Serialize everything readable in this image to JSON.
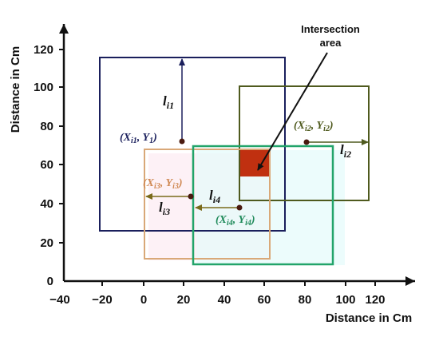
{
  "axes": {
    "x_title": "Distance in Cm",
    "y_title": "Distance in Cm",
    "x_ticks": [
      "−40",
      "−20",
      "0",
      "20",
      "40",
      "60",
      "80",
      "100",
      "120"
    ],
    "y_ticks": [
      "0",
      "20",
      "40",
      "60",
      "80",
      "100",
      "120"
    ]
  },
  "annotation": {
    "line1": "Intersection",
    "line2": "area"
  },
  "labels": {
    "l1_main": "l",
    "l1_sub": "i1",
    "l2_main": "l",
    "l2_sub": "i2",
    "l3_main": "l",
    "l3_sub": "i3",
    "l4_main": "l",
    "l4_sub": "i4"
  },
  "coords": {
    "c1": {
      "open": "(",
      "x": "X",
      "xs": "i1",
      "comma": ", ",
      "y": "Y",
      "ys": "1",
      "close": ")"
    },
    "c2": {
      "open": "(",
      "x": "X",
      "xs": "i2",
      "comma": ", ",
      "y": "Y",
      "ys": "i2",
      "close": ")"
    },
    "c3": {
      "open": "(",
      "x": "X",
      "xs": "i3",
      "comma": ", ",
      "y": "Y",
      "ys": "i3",
      "close": ")"
    },
    "c4": {
      "open": "(",
      "x": "X",
      "xs": "i4",
      "comma": ", ",
      "y": "Y",
      "ys": "i4",
      "close": ")"
    }
  },
  "colors": {
    "rect1": "#1a1f5c",
    "rect2": "#4f5a1e",
    "rect3": "#d9a878",
    "rect4": "#22a46a",
    "intersection": "#c03010",
    "label1": "#1a1f5c",
    "label2": "#4f5a1e",
    "label3": "#d08a55",
    "label4": "#1f8a5a",
    "arrow_brown": "#7a6a1a"
  }
}
